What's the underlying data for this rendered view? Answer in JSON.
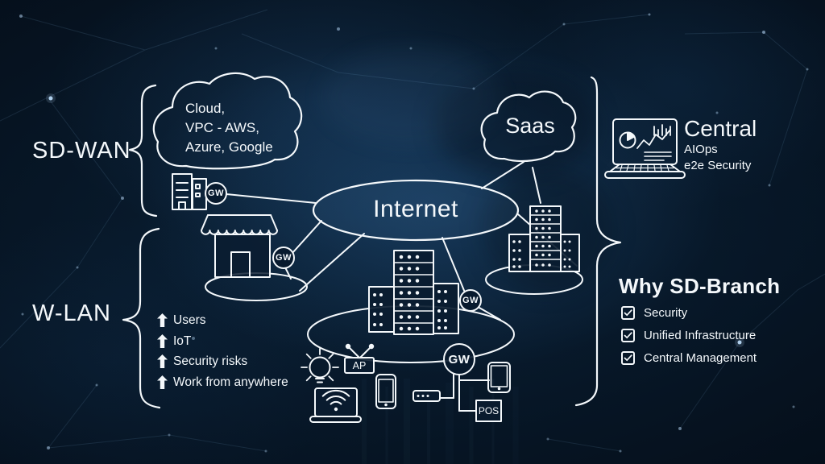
{
  "colors": {
    "background_dark": "#05101d",
    "background_mid": "#0b2238",
    "glow_blue": "#2e6ea8",
    "line_white": "#f4f8fb"
  },
  "zones": {
    "sdwan_label": "SD-WAN",
    "wlan_label": "W-LAN"
  },
  "cloud_node": {
    "line1": "Cloud,",
    "line2": "VPC - AWS,",
    "line3": "Azure, Google"
  },
  "saas_node": {
    "label": "Saas"
  },
  "internet_node": {
    "label": "Internet"
  },
  "gateway": {
    "label": "GW"
  },
  "access_point": {
    "label": "AP"
  },
  "pos_terminal": {
    "label": "POS"
  },
  "central_panel": {
    "title": "Central",
    "feature_1": "AIOps",
    "feature_2": "e2e Security"
  },
  "why_panel": {
    "title": "Why SD-Branch",
    "items": [
      {
        "label": "Security",
        "checked": true
      },
      {
        "label": "Unified Infrastructure",
        "checked": true
      },
      {
        "label": "Central Management",
        "checked": true
      }
    ]
  },
  "wlan_trends": {
    "items": [
      {
        "label": "Users"
      },
      {
        "label": "IoT"
      },
      {
        "label": "Security risks"
      },
      {
        "label": "Work from anywhere"
      }
    ]
  }
}
